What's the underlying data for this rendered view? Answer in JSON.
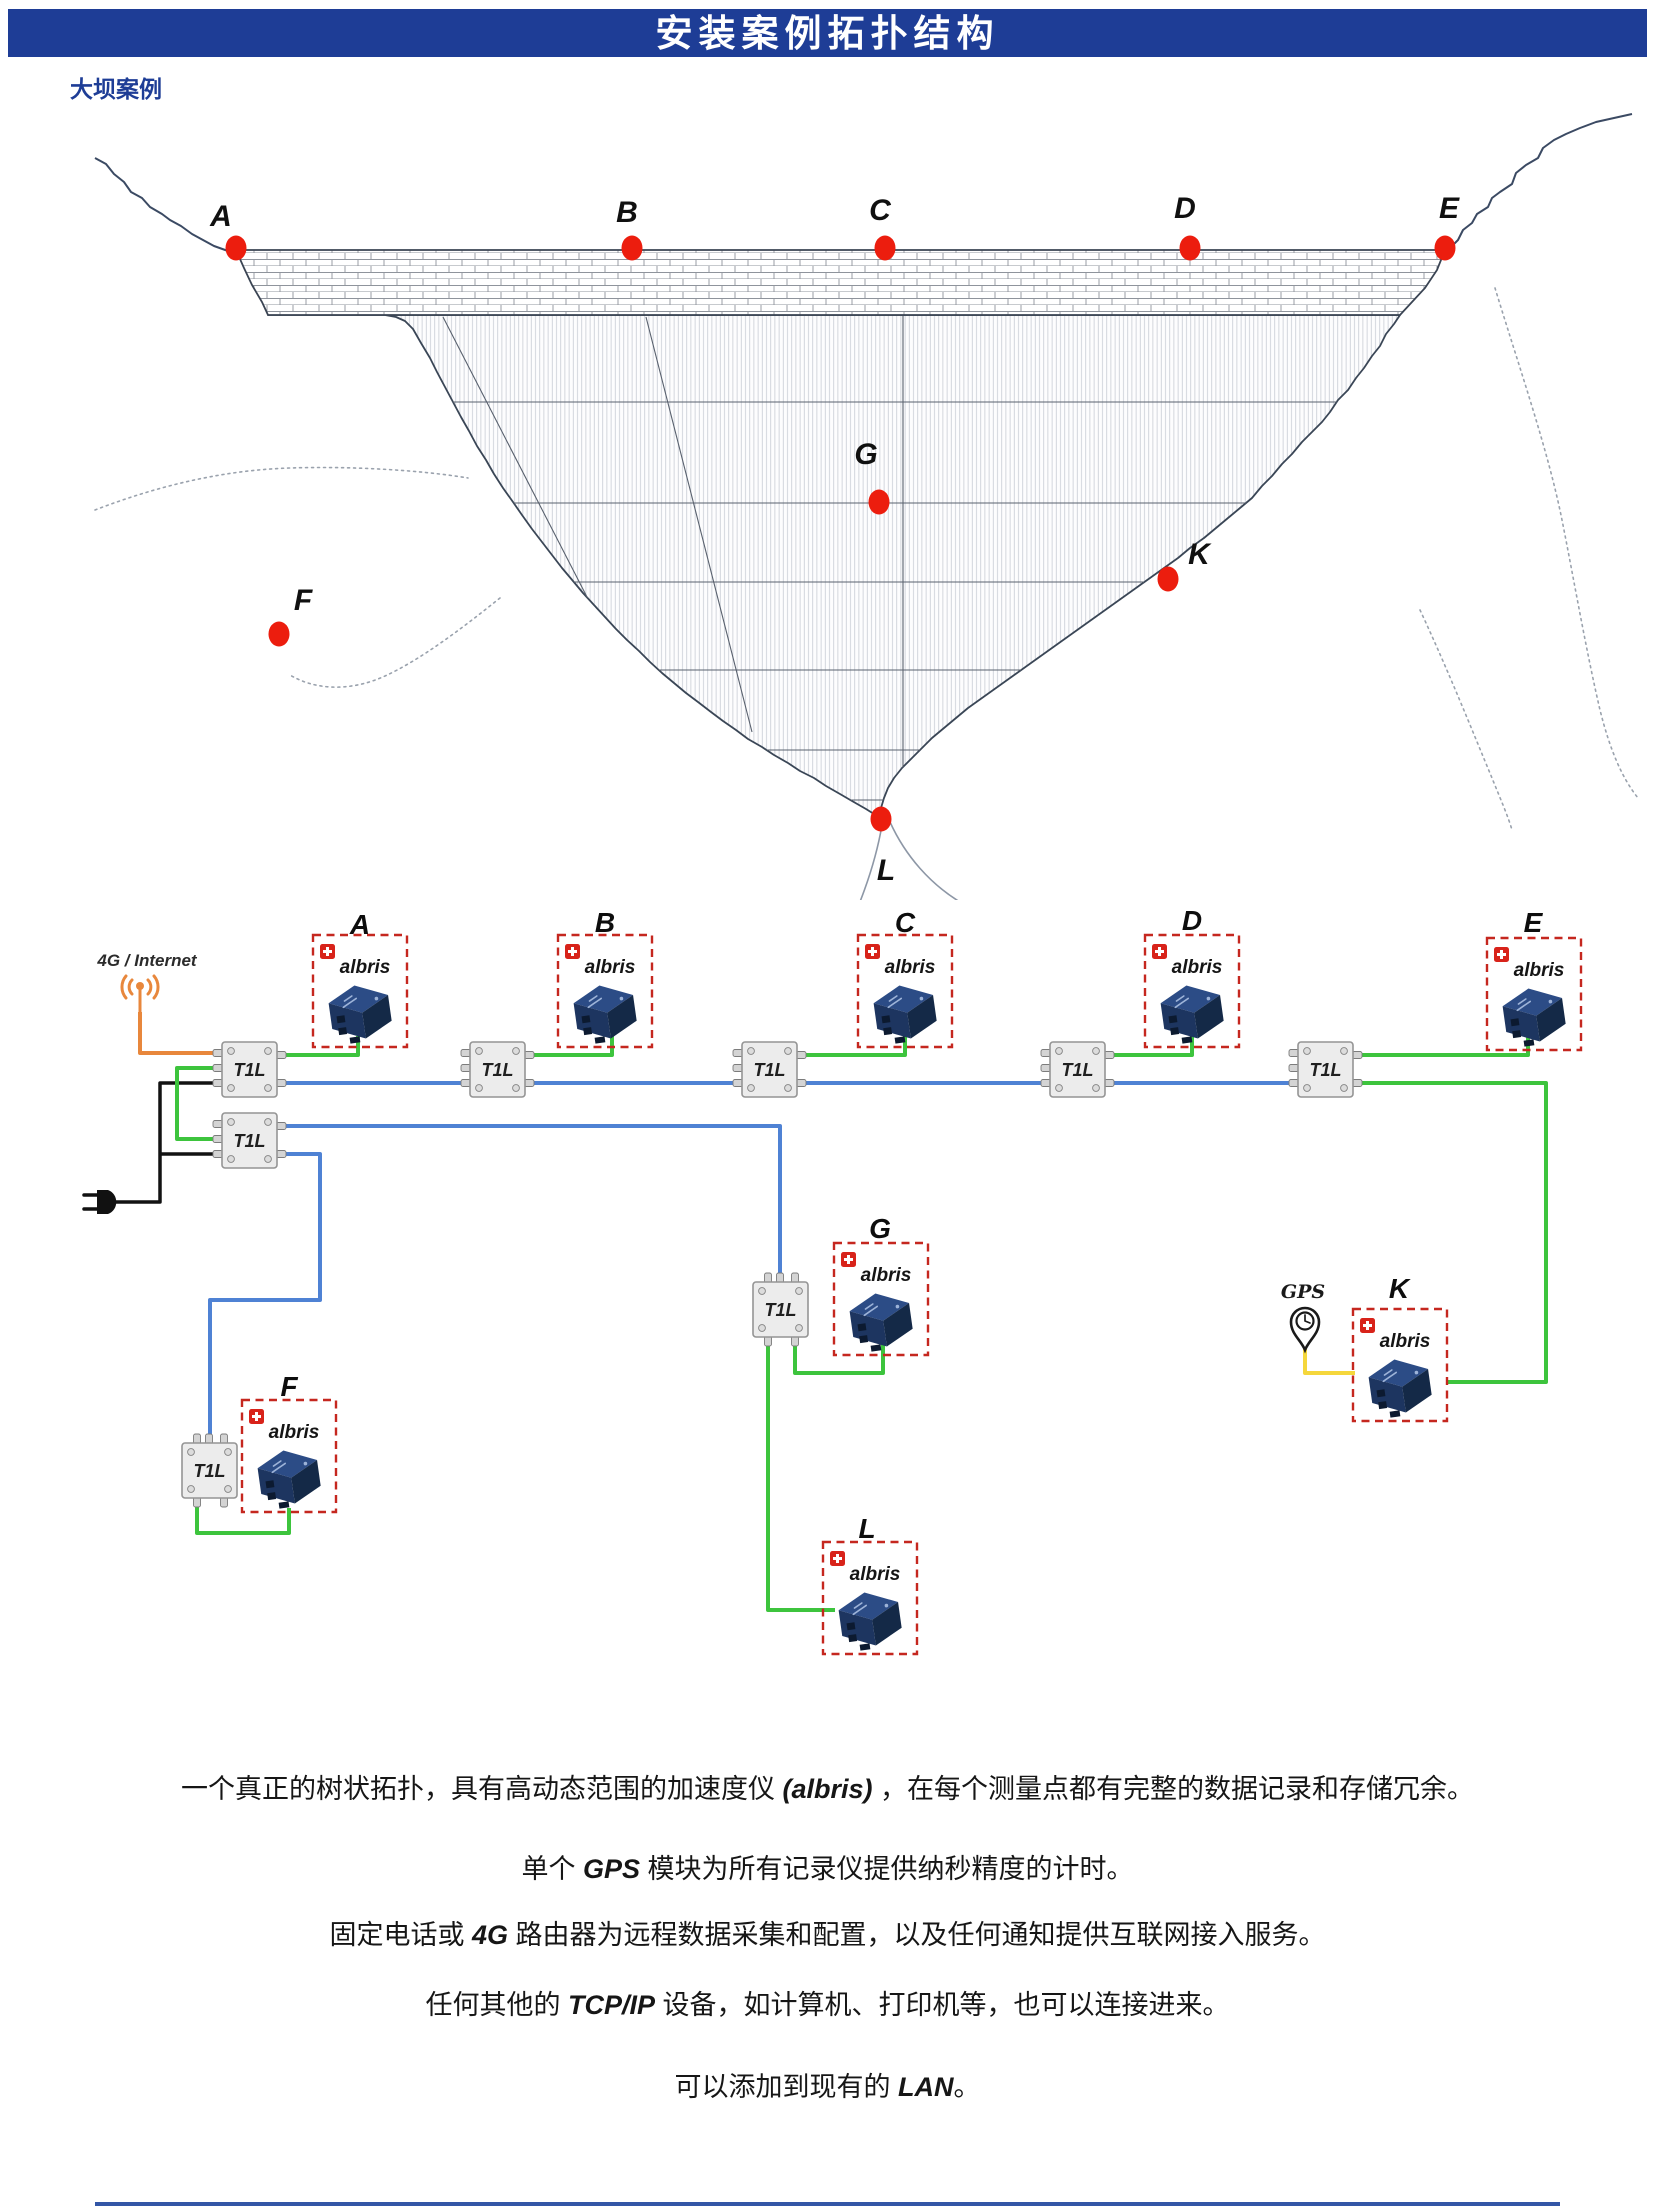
{
  "header": {
    "title": "安装案例拓扑结构",
    "subtitle": "大坝案例"
  },
  "colors": {
    "header_blue": "#1e3d96",
    "wire_green": "#3dc43d",
    "wire_blue": "#4f82d4",
    "wire_orange": "#e8873c",
    "wire_yellow": "#f5d73c",
    "accent_red": "#c5271f",
    "dot_red": "#ec1d0e"
  },
  "points": [
    "A",
    "B",
    "C",
    "D",
    "E",
    "F",
    "G",
    "K",
    "L"
  ],
  "topology": {
    "internet_label": "4G / Internet",
    "gps_label": "GPS",
    "t1l_label": "T1L",
    "albris_label": "albris"
  },
  "footer": {
    "lines": [
      {
        "pre": "一个真正的树状拓扑，具有高动态范围的加速度仪 ",
        "em": "(albris)",
        "post": " ，在每个测量点都有完整的数据记录和存储冗余。"
      },
      {
        "pre": "单个 ",
        "em": "GPS",
        "post": " 模块为所有记录仪提供纳秒精度的计时。"
      },
      {
        "pre": "固定电话或 ",
        "em": "4G",
        "post": " 路由器为远程数据采集和配置，以及任何通知提供互联网接入服务。"
      },
      {
        "pre": "任何其他的 ",
        "em": "TCP/IP",
        "post": " 设备，如计算机、打印机等，也可以连接进来。"
      },
      {
        "pre": "可以添加到现有的 ",
        "em": "LAN",
        "post": "。"
      }
    ]
  }
}
